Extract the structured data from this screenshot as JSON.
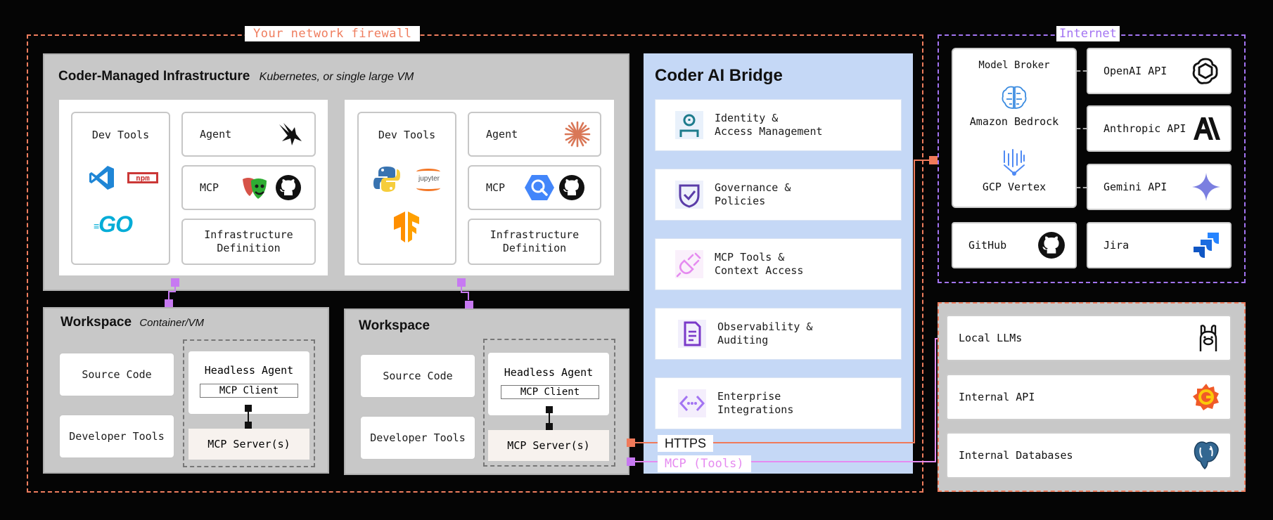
{
  "firewall": {
    "label": "Your network firewall"
  },
  "internet": {
    "label": "Internet"
  },
  "infra": {
    "title": "Coder-Managed Infrastructure",
    "subtitle": "Kubernetes, or single large VM",
    "left": {
      "dev_tools": "Dev Tools",
      "agent": "Agent",
      "mcp": "MCP",
      "infra_def": "Infrastructure\nDefinition",
      "logos": {
        "vscode": "VS",
        "npm": "npm",
        "go": "GO"
      }
    },
    "right": {
      "dev_tools": "Dev Tools",
      "agent": "Agent",
      "mcp": "MCP",
      "infra_def": "Infrastructure\nDefinition",
      "logos": {
        "jupyter": "jupyter"
      }
    }
  },
  "workspace_left": {
    "title": "Workspace",
    "subtitle": "Container/VM",
    "source_code": "Source Code",
    "developer_tools": "Developer Tools",
    "headless_agent": "Headless Agent",
    "mcp_client": "MCP Client",
    "mcp_servers": "MCP Server(s)"
  },
  "workspace_right": {
    "title": "Workspace",
    "source_code": "Source Code",
    "developer_tools": "Developer Tools",
    "headless_agent": "Headless Agent",
    "mcp_client": "MCP Client",
    "mcp_servers": "MCP Server(s)"
  },
  "bridge": {
    "title": "Coder AI Bridge",
    "items": [
      {
        "label": "Identity &\nAccess Management",
        "icon": "identity-icon"
      },
      {
        "label": "Governance &\nPolicies",
        "icon": "shield-check-icon"
      },
      {
        "label": "MCP Tools &\nContext Access",
        "icon": "plug-icon"
      },
      {
        "label": "Observability &\nAuditing",
        "icon": "document-icon"
      },
      {
        "label": "Enterprise\nIntegrations",
        "icon": "code-brackets-icon"
      }
    ]
  },
  "connections": {
    "https": "HTTPS",
    "mcp_tools": "MCP (Tools)"
  },
  "providers": {
    "model_broker": "Model Broker",
    "amazon_bedrock": "Amazon Bedrock",
    "gcp_vertex": "GCP Vertex",
    "openai": "OpenAI API",
    "anthropic": "Anthropic API",
    "gemini": "Gemini API",
    "github": "GitHub",
    "jira": "Jira"
  },
  "internal": {
    "local_llms": "Local LLMs",
    "internal_api": "Internal API",
    "internal_databases": "Internal Databases"
  },
  "colors": {
    "firewall": "#ef7d5e",
    "internet": "#a374f2",
    "bridge_bg": "#c5d8f6",
    "mcp_line": "#e58bf0",
    "https_line": "#f07a5a"
  }
}
